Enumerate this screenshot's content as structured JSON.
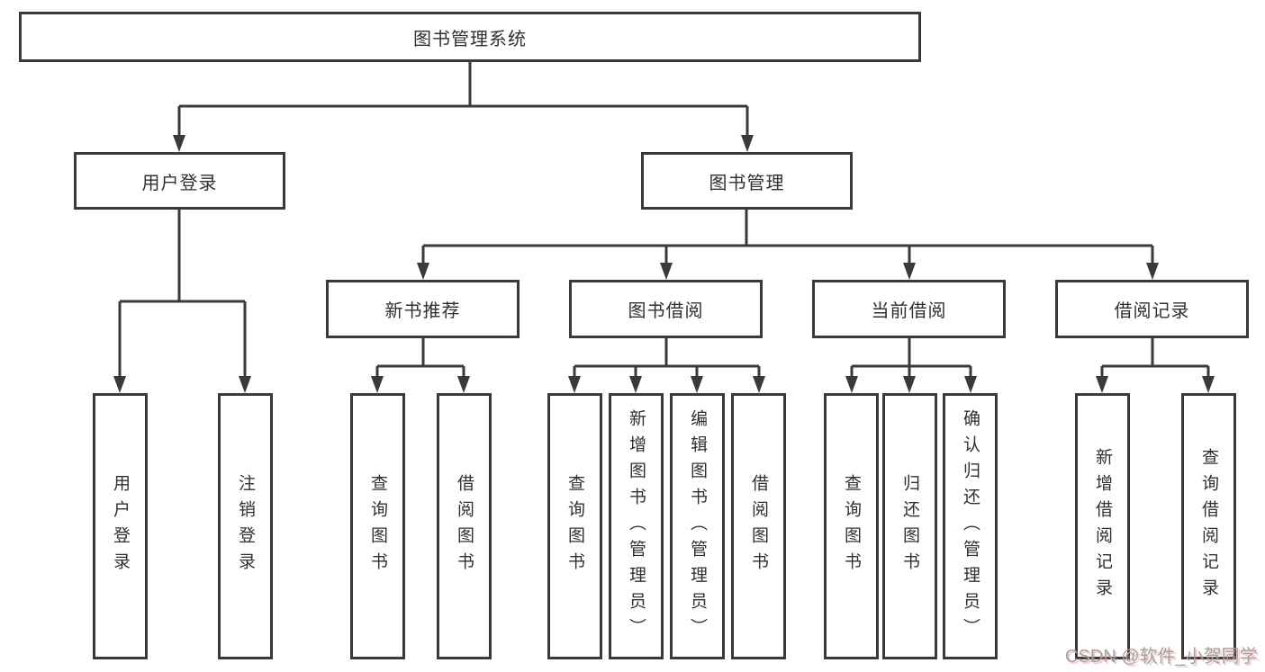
{
  "diagram": {
    "title": "图书管理系统",
    "root": {
      "label": "图书管理系统"
    },
    "level2": [
      {
        "id": "user-login",
        "label": "用户登录"
      },
      {
        "id": "book-management",
        "label": "图书管理"
      }
    ],
    "level3": [
      {
        "id": "new-book-recommendation",
        "label": "新书推荐",
        "parent": "图书管理"
      },
      {
        "id": "book-borrowing",
        "label": "图书借阅",
        "parent": "图书管理"
      },
      {
        "id": "current-borrowing",
        "label": "当前借阅",
        "parent": "图书管理"
      },
      {
        "id": "borrowing-records",
        "label": "借阅记录",
        "parent": "图书管理"
      }
    ],
    "leaves": [
      {
        "id": "user-login-action",
        "label": "用户登录",
        "parent": "用户登录"
      },
      {
        "id": "logout-action",
        "label": "注销登录",
        "parent": "用户登录"
      },
      {
        "id": "query-books-recommend",
        "label": "查询图书",
        "parent": "新书推荐"
      },
      {
        "id": "borrow-books-recommend",
        "label": "借阅图书",
        "parent": "新书推荐"
      },
      {
        "id": "query-books-borrowing",
        "label": "查询图书",
        "parent": "图书借阅"
      },
      {
        "id": "add-book-admin",
        "label": "新增图书（管理员）",
        "parent": "图书借阅"
      },
      {
        "id": "edit-book-admin",
        "label": "编辑图书（管理员）",
        "parent": "图书借阅"
      },
      {
        "id": "borrow-books-borrowing",
        "label": "借阅图书",
        "parent": "图书借阅"
      },
      {
        "id": "query-books-current",
        "label": "查询图书",
        "parent": "当前借阅"
      },
      {
        "id": "return-book",
        "label": "归还图书",
        "parent": "当前借阅"
      },
      {
        "id": "confirm-return-admin",
        "label": "确认归还（管理员）",
        "parent": "当前借阅"
      },
      {
        "id": "add-borrow-record",
        "label": "新增借阅记录",
        "parent": "借阅记录"
      },
      {
        "id": "query-borrow-record",
        "label": "查询借阅记录",
        "parent": "借阅记录"
      }
    ]
  },
  "watermark": {
    "text": "CSDN @软件_小贺同学"
  },
  "colors": {
    "line": "#3a3a3a",
    "border": "#3a3a3a",
    "text": "#303030",
    "background": "#ffffff",
    "watermark": "#a2a2a2",
    "watermark_shadow": "#eb8282"
  }
}
